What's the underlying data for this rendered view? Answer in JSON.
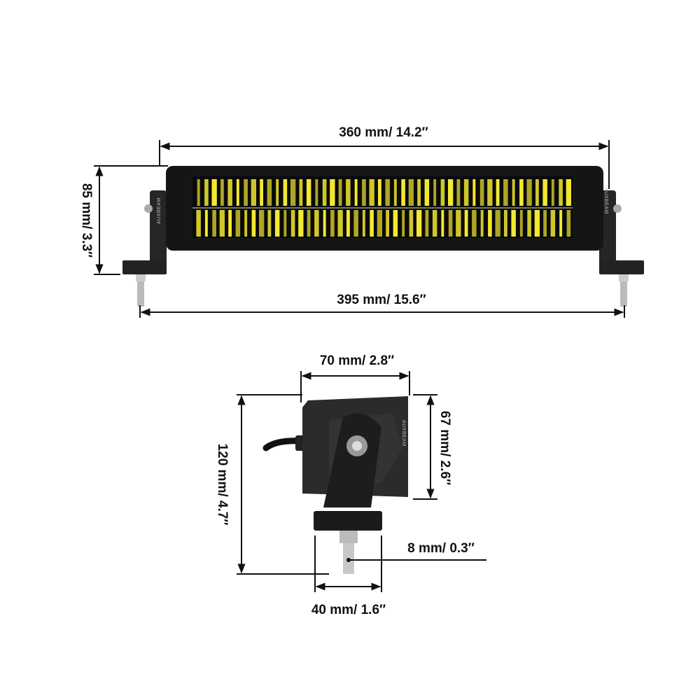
{
  "brand": "AUXBEAM",
  "colors": {
    "led": "#f2e830",
    "housing": "#1a1a1a",
    "bracket": "#2a2a2a"
  },
  "front_view": {
    "lens_width": "360 mm/ 14.2″",
    "height": "85 mm/ 3.3″",
    "overall_width": "395 mm/ 15.6″"
  },
  "side_view": {
    "depth": "70 mm/ 2.8″",
    "housing_height": "67 mm/ 2.6″",
    "overall_height": "120 mm/ 4.7″",
    "bolt": "8 mm/ 0.3″",
    "bracket_width": "40 mm/ 1.6″"
  }
}
